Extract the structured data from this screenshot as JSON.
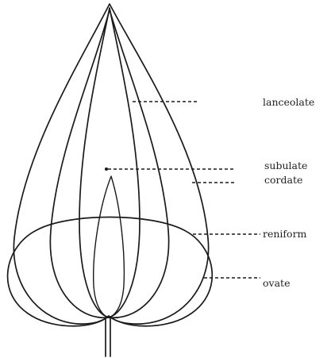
{
  "figure": {
    "labels": {
      "lanceolate": "lanceolate",
      "subulate": "subulate",
      "cordate": "cordate",
      "reniform": "reniform",
      "ovate": "ovate"
    }
  },
  "colors": {
    "ink": "#1a1a1a",
    "background": "#ffffff"
  }
}
